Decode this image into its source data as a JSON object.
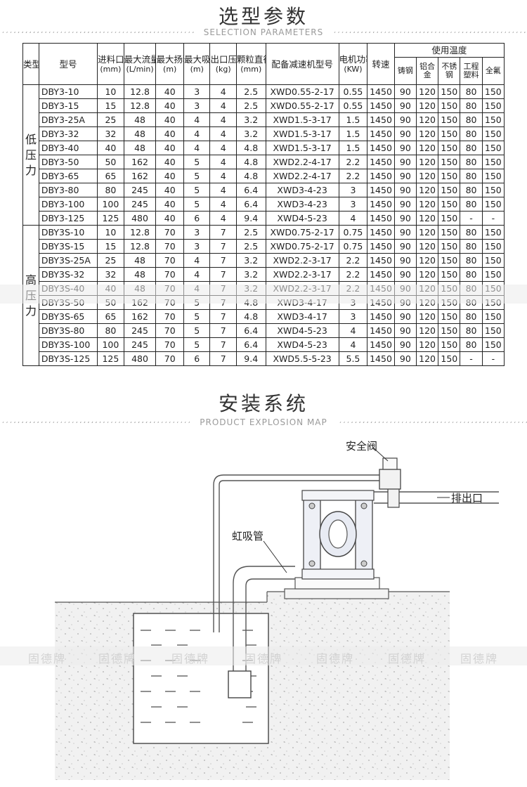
{
  "section1": {
    "title": "选型参数",
    "subtitle": "SELECTION PARAMETERS"
  },
  "section2": {
    "title": "安装系统",
    "subtitle": "PRODUCT EXPLOSION MAP"
  },
  "headers": {
    "type": "类型",
    "model": "型号",
    "inlet": "进料口径",
    "inlet_unit": "(mm)",
    "flow": "最大流量",
    "flow_unit": "(L/min)",
    "head": "最大扬程",
    "head_unit": "(m)",
    "suction": "最大吸程",
    "suction_unit": "(m)",
    "pressure": "出口压力",
    "pressure_unit": "(kg)",
    "particle": "颗粒直径",
    "particle_unit": "(mm)",
    "reducer": "配备减速机型号",
    "power": "电机功率",
    "power_unit": "(KW)",
    "speed": "转速",
    "temp": "使用温度",
    "temp_cast": "铸钢",
    "temp_al": "铝合金",
    "temp_ss": "不锈钢",
    "temp_eng": "工程塑料",
    "temp_ptfe": "全氟"
  },
  "groups": [
    {
      "label": "低压力",
      "rows": [
        [
          "DBY3-10",
          "10",
          "12.8",
          "40",
          "3",
          "4",
          "2.5",
          "XWD0.55-2-17",
          "0.55",
          "1450",
          "90",
          "120",
          "150",
          "80",
          "150"
        ],
        [
          "DBY3-15",
          "15",
          "12.8",
          "40",
          "3",
          "4",
          "2.5",
          "XWD0.55-2-17",
          "0.55",
          "1450",
          "90",
          "120",
          "150",
          "80",
          "150"
        ],
        [
          "DBY3-25A",
          "25",
          "48",
          "40",
          "4",
          "4",
          "3.2",
          "XWD1.5-3-17",
          "1.5",
          "1450",
          "90",
          "120",
          "150",
          "80",
          "150"
        ],
        [
          "DBY3-32",
          "32",
          "48",
          "40",
          "4",
          "4",
          "3.2",
          "XWD1.5-3-17",
          "1.5",
          "1450",
          "90",
          "120",
          "150",
          "80",
          "150"
        ],
        [
          "DBY3-40",
          "40",
          "48",
          "40",
          "4",
          "4",
          "4.8",
          "XWD1.5-3-17",
          "1.5",
          "1450",
          "90",
          "120",
          "150",
          "80",
          "150"
        ],
        [
          "DBY3-50",
          "50",
          "162",
          "40",
          "5",
          "4",
          "4.8",
          "XWD2.2-4-17",
          "2.2",
          "1450",
          "90",
          "120",
          "150",
          "80",
          "150"
        ],
        [
          "DBY3-65",
          "65",
          "162",
          "40",
          "5",
          "4",
          "4.8",
          "XWD2.2-4-17",
          "2.2",
          "1450",
          "90",
          "120",
          "150",
          "80",
          "150"
        ],
        [
          "DBY3-80",
          "80",
          "245",
          "40",
          "5",
          "4",
          "6.4",
          "XWD3-4-23",
          "3",
          "1450",
          "90",
          "120",
          "150",
          "80",
          "150"
        ],
        [
          "DBY3-100",
          "100",
          "245",
          "40",
          "5",
          "4",
          "6.4",
          "XWD3-4-23",
          "3",
          "1450",
          "90",
          "120",
          "150",
          "80",
          "150"
        ],
        [
          "DBY3-125",
          "125",
          "480",
          "40",
          "6",
          "4",
          "9.4",
          "XWD4-5-23",
          "4",
          "1450",
          "90",
          "120",
          "150",
          "-",
          "-"
        ]
      ]
    },
    {
      "label": "高压力",
      "rows": [
        [
          "DBY3S-10",
          "10",
          "12.8",
          "70",
          "3",
          "7",
          "2.5",
          "XWD0.75-2-17",
          "0.75",
          "1450",
          "90",
          "120",
          "150",
          "80",
          "150"
        ],
        [
          "DBY3S-15",
          "15",
          "12.8",
          "70",
          "3",
          "7",
          "2.5",
          "XWD0.75-2-17",
          "0.75",
          "1450",
          "90",
          "120",
          "150",
          "80",
          "150"
        ],
        [
          "DBY3S-25A",
          "25",
          "48",
          "70",
          "4",
          "7",
          "3.2",
          "XWD2.2-3-17",
          "2.2",
          "1450",
          "90",
          "120",
          "150",
          "80",
          "150"
        ],
        [
          "DBY3S-32",
          "32",
          "48",
          "70",
          "4",
          "7",
          "3.2",
          "XWD2.2-3-17",
          "2.2",
          "1450",
          "90",
          "120",
          "150",
          "80",
          "150"
        ],
        [
          "DBY3S-40",
          "40",
          "48",
          "70",
          "4",
          "7",
          "3.2",
          "XWD2.2-3-17",
          "2.2",
          "1450",
          "90",
          "120",
          "150",
          "80",
          "150"
        ],
        [
          "DBY3S-50",
          "50",
          "162",
          "70",
          "5",
          "7",
          "4.8",
          "XWD3-4-17",
          "3",
          "1450",
          "90",
          "120",
          "150",
          "80",
          "150"
        ],
        [
          "DBY3S-65",
          "65",
          "162",
          "70",
          "5",
          "7",
          "4.8",
          "XWD3-4-17",
          "3",
          "1450",
          "90",
          "120",
          "150",
          "80",
          "150"
        ],
        [
          "DBY3S-80",
          "80",
          "245",
          "70",
          "5",
          "7",
          "6.4",
          "XWD4-5-23",
          "4",
          "1450",
          "90",
          "120",
          "150",
          "80",
          "150"
        ],
        [
          "DBY3S-100",
          "100",
          "245",
          "70",
          "5",
          "7",
          "6.4",
          "XWD4-5-23",
          "4",
          "1450",
          "90",
          "120",
          "150",
          "80",
          "150"
        ],
        [
          "DBY3S-125",
          "125",
          "480",
          "70",
          "6",
          "7",
          "9.4",
          "XWD5.5-5-23",
          "5.5",
          "1450",
          "90",
          "120",
          "150",
          "-",
          "-"
        ]
      ]
    }
  ],
  "diagram": {
    "safety_valve": "安全阀",
    "outlet": "排出口",
    "siphon": "虹吸管"
  },
  "watermark": "固德牌"
}
